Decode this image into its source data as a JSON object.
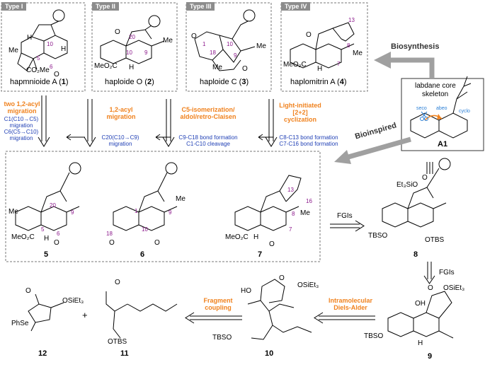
{
  "types": [
    {
      "badge": "Type I",
      "name": "hapmnioide A (",
      "num": "1",
      "close": ")"
    },
    {
      "badge": "Type II",
      "name": "haploide O (",
      "num": "2",
      "close": ")"
    },
    {
      "badge": "Type III",
      "name": "haploide C (",
      "num": "3",
      "close": ")"
    },
    {
      "badge": "Type IV",
      "name": "haplomitrin A (",
      "num": "4",
      "close": ")"
    }
  ],
  "atom_labels_top": {
    "t1": [
      "10",
      "5",
      "6",
      "H",
      "H",
      "Me",
      "O",
      "CO₂Me"
    ],
    "t2": [
      "20",
      "10",
      "9",
      "H",
      "Me",
      "O",
      "MeO₂C"
    ],
    "t3": [
      "18",
      "10",
      "9",
      "1",
      "Me",
      "Me",
      "O",
      "O"
    ],
    "t4": [
      "13",
      "8",
      "7",
      "H",
      "Me",
      "O",
      "MeO₂C"
    ]
  },
  "labdane": {
    "title_line1": "labdane core",
    "title_line2": "skeleton",
    "seco": "seco",
    "abeo": "abeo",
    "cyclo": "cyclo",
    "compound": "A1"
  },
  "biosynthesis": "Biosynthesis",
  "bioinspired": "Bioinspired",
  "steps": [
    {
      "orange": [
        "two 1,2-acyl",
        "migration"
      ],
      "blue": [
        "C1(C10→C5)",
        "migration",
        "C6(C5→C10)",
        "migration"
      ]
    },
    {
      "orange": [
        "1,2-acyl",
        "migration"
      ],
      "blue": [
        "C20(C10→C9)",
        "migration"
      ]
    },
    {
      "orange": [
        "C5-isomerization/",
        "aldol/retro-Claisen"
      ],
      "blue": [
        "C9-C18 bond formation",
        "C1-C10 cleavage"
      ]
    },
    {
      "orange": [
        "Light-initiated",
        "[2+2]",
        "cyclization"
      ],
      "blue": [
        "C8-C13 bond formation",
        "C7-C16 bond formation"
      ]
    }
  ],
  "middle": {
    "c5": "5",
    "c6": "6",
    "c7": "7",
    "c8": "8",
    "labels5": [
      "20",
      "9",
      "5",
      "6",
      "H",
      "Me",
      "MeO₂C",
      "O"
    ],
    "labels6": [
      "10",
      "9",
      "1",
      "18",
      "Me",
      "O",
      "O"
    ],
    "labels7": [
      "13",
      "16",
      "8",
      "7",
      "H",
      "Me",
      "MeO₂C",
      "O"
    ],
    "labels8": [
      "Et₃SiO",
      "TBSO",
      "OTBS",
      "O"
    ],
    "fgi": "FGIs",
    "fgi2": "FGIs"
  },
  "bottom": {
    "c12": "12",
    "c11": "11",
    "c10": "10",
    "c9": "9",
    "plus": "+",
    "labels12": [
      "PhSe",
      "OSiEt₃",
      "O"
    ],
    "labels11": [
      "OTBS",
      "O"
    ],
    "labels10": [
      "HO",
      "TBSO",
      "OSiEt₃",
      "O"
    ],
    "labels9": [
      "TBSO",
      "OH",
      "OSiEt₃",
      "H",
      "O"
    ],
    "frag": [
      "Fragment",
      "coupling"
    ],
    "ida": [
      "Intramolecular",
      "Diels-Alder"
    ]
  },
  "colors": {
    "orange": "#f0821e",
    "blue": "#1f3fb5",
    "grey": "#8c8c8c",
    "purple": "#8c1a8c"
  }
}
